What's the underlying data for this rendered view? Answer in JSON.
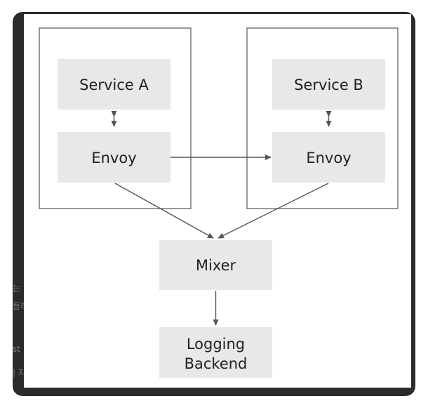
{
  "diagram": {
    "boxes": {
      "service_a": "Service A",
      "envoy_a": "Envoy",
      "service_b": "Service B",
      "envoy_b": "Envoy",
      "mixer": "Mixer",
      "logging_line1": "Logging",
      "logging_line2": "Backend"
    },
    "colors": {
      "box_fill": "#e8e8e8",
      "border": "#555555",
      "arrow": "#555555",
      "frame": "#2b2b2b"
    }
  },
  "background_fragments": [
    "는",
    "등하",
    "st",
    "| 지"
  ]
}
